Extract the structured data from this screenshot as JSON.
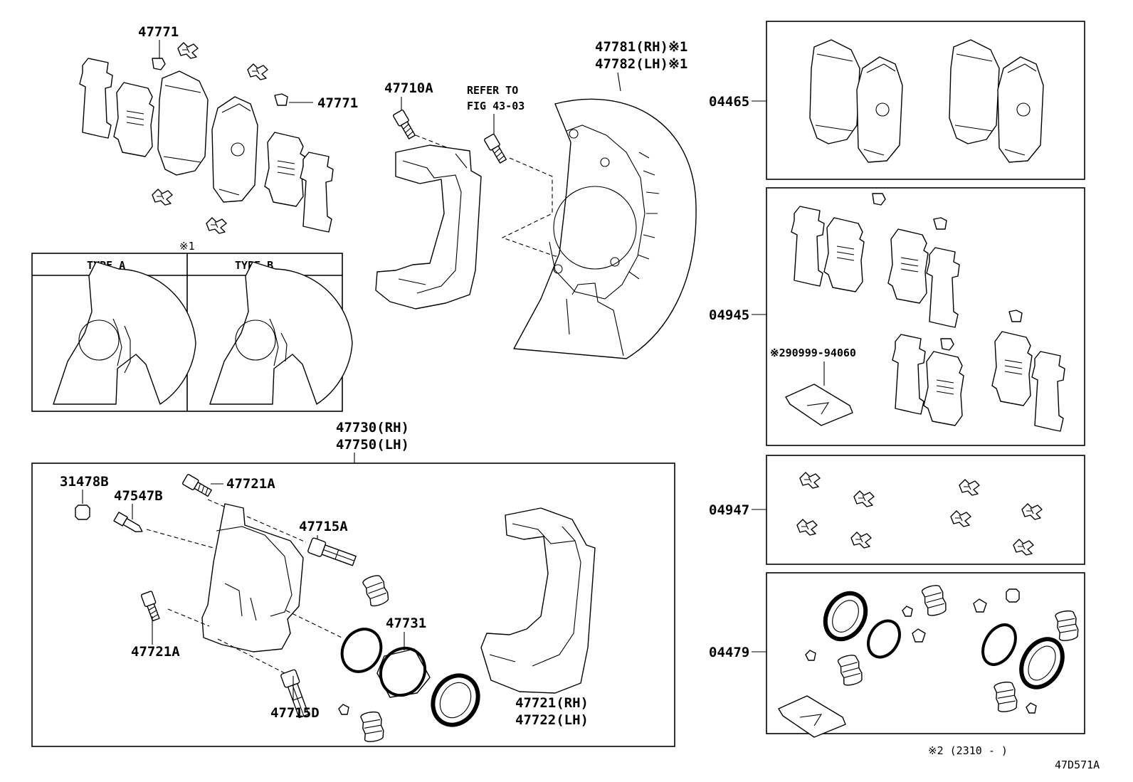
{
  "labels": {
    "clip_top": "47771",
    "clip_right": "47771",
    "bolt_47710a": "47710A",
    "refer_1": "REFER TO",
    "refer_2": "FIG 43-03",
    "shield_rh": "47781(RH)※1",
    "shield_lh": "47782(LH)※1",
    "type_note": "※1",
    "type_a": "TYPE  A",
    "type_b": "TYPE  B",
    "caliper_rh": "47730(RH)",
    "caliper_lh": "47750(LH)",
    "p31478b": "31478B",
    "p47547b": "47547B",
    "p47721a_top": "47721A",
    "p47721a_bottom": "47721A",
    "p47715a": "47715A",
    "p47715d": "47715D",
    "p47731": "47731",
    "mount_rh": "47721(RH)",
    "mount_lh": "47722(LH)",
    "kit_04465": "04465",
    "kit_04945": "04945",
    "kit_04947": "04947",
    "kit_04479": "04479",
    "grease_ref": "※290999-94060",
    "footnote": "※2 (2310 -     )",
    "diagram_code": "47D571A"
  },
  "colors": {
    "ink": "#000000",
    "paper": "#ffffff"
  }
}
